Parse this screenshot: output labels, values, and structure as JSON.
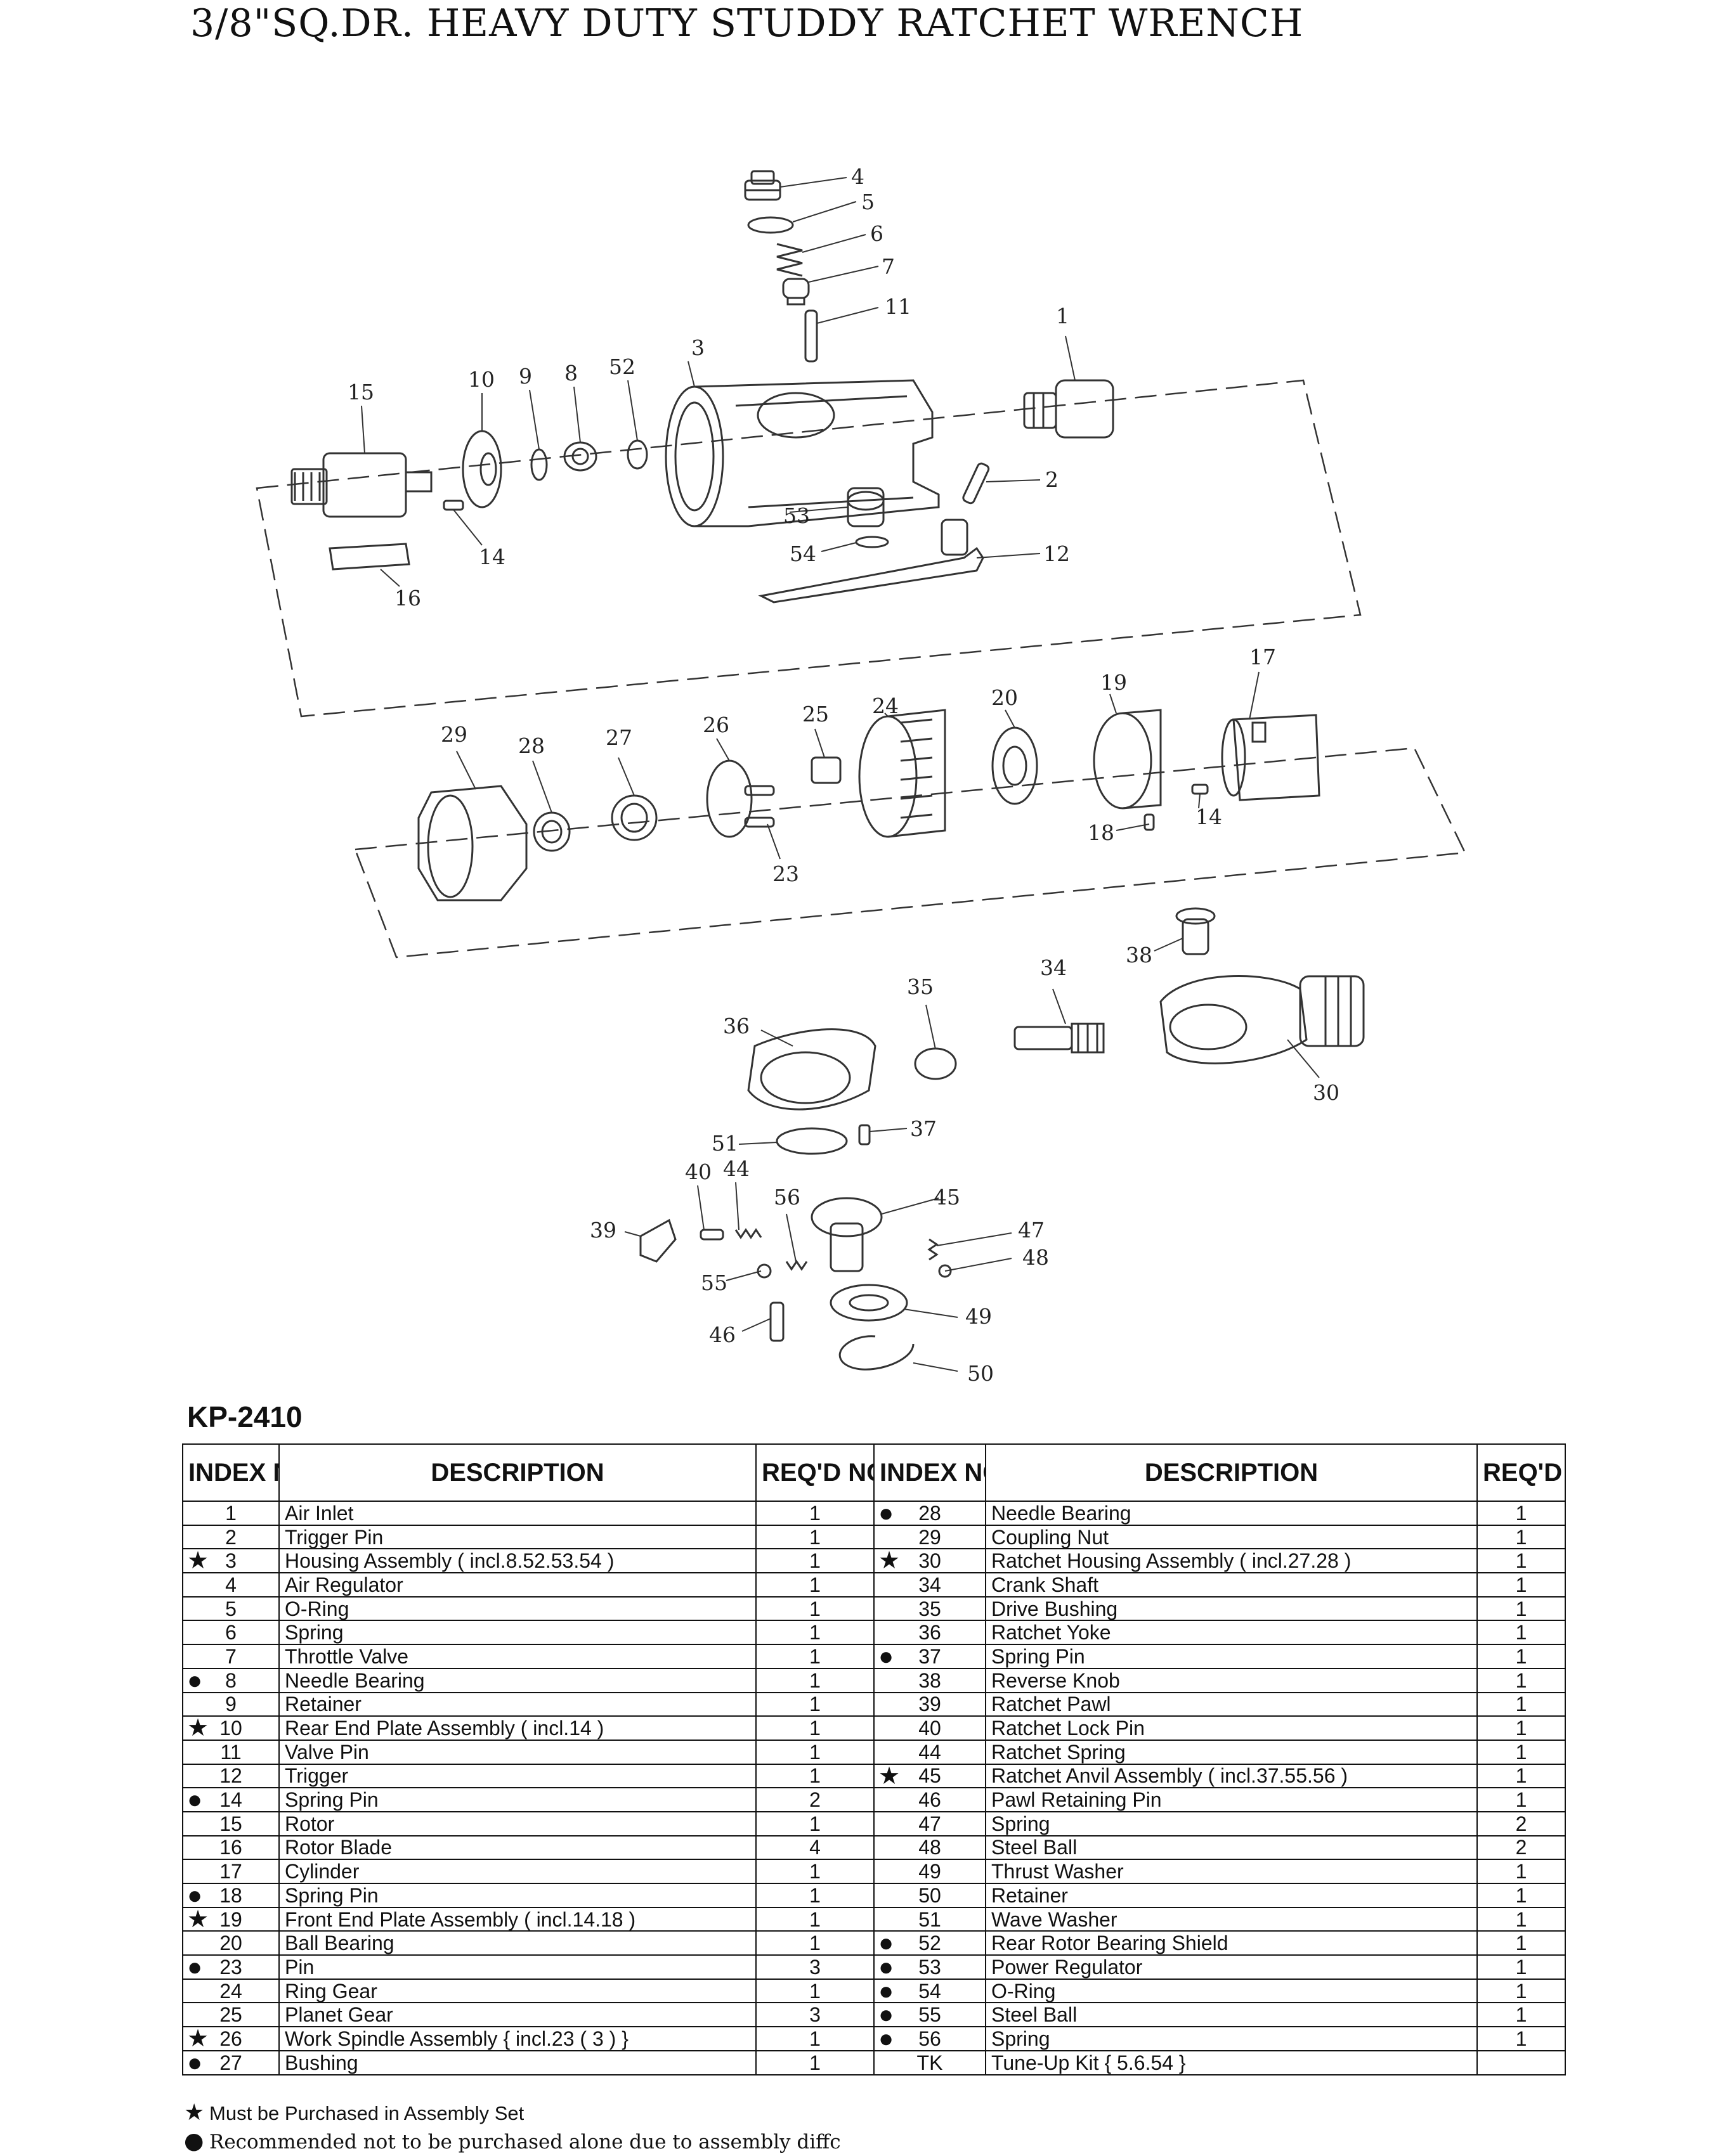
{
  "title": "3/8\"SQ.DR. HEAVY DUTY STUDDY RATCHET WRENCH",
  "model": "KP-2410",
  "diagram_labels": [
    "1",
    "2",
    "3",
    "4",
    "5",
    "6",
    "7",
    "8",
    "9",
    "10",
    "11",
    "12",
    "14",
    "15",
    "16",
    "17",
    "18",
    "19",
    "20",
    "23",
    "24",
    "25",
    "26",
    "27",
    "28",
    "29",
    "30",
    "34",
    "35",
    "36",
    "37",
    "38",
    "39",
    "40",
    "44",
    "45",
    "46",
    "47",
    "48",
    "49",
    "50",
    "51",
    "52",
    "53",
    "54",
    "55",
    "56"
  ],
  "table": {
    "headers": {
      "index": "INDEX NO.",
      "description": "DESCRIPTION",
      "reqd": "REQ'D NO."
    },
    "rows": [
      {
        "l_mark": "",
        "l_idx": "1",
        "l_desc": "Air Inlet",
        "l_qty": "1",
        "r_mark": "dot",
        "r_idx": "28",
        "r_desc": "Needle Bearing",
        "r_qty": "1"
      },
      {
        "l_mark": "",
        "l_idx": "2",
        "l_desc": "Trigger Pin",
        "l_qty": "1",
        "r_mark": "",
        "r_idx": "29",
        "r_desc": "Coupling Nut",
        "r_qty": "1"
      },
      {
        "l_mark": "star",
        "l_idx": "3",
        "l_desc": "Housing Assembly ( incl.8.52.53.54 )",
        "l_qty": "1",
        "r_mark": "star",
        "r_idx": "30",
        "r_desc": "Ratchet Housing  Assembly ( incl.27.28 )",
        "r_qty": "1"
      },
      {
        "l_mark": "",
        "l_idx": "4",
        "l_desc": "Air Regulator",
        "l_qty": "1",
        "r_mark": "",
        "r_idx": "34",
        "r_desc": "Crank Shaft",
        "r_qty": "1"
      },
      {
        "l_mark": "",
        "l_idx": "5",
        "l_desc": "O-Ring",
        "l_qty": "1",
        "r_mark": "",
        "r_idx": "35",
        "r_desc": "Drive Bushing",
        "r_qty": "1"
      },
      {
        "l_mark": "",
        "l_idx": "6",
        "l_desc": "Spring",
        "l_qty": "1",
        "r_mark": "",
        "r_idx": "36",
        "r_desc": "Ratchet Yoke",
        "r_qty": "1"
      },
      {
        "l_mark": "",
        "l_idx": "7",
        "l_desc": "Throttle Valve",
        "l_qty": "1",
        "r_mark": "dot",
        "r_idx": "37",
        "r_desc": "Spring Pin",
        "r_qty": "1"
      },
      {
        "l_mark": "dot",
        "l_idx": "8",
        "l_desc": "Needle Bearing",
        "l_qty": "1",
        "r_mark": "",
        "r_idx": "38",
        "r_desc": "Reverse Knob",
        "r_qty": "1"
      },
      {
        "l_mark": "",
        "l_idx": "9",
        "l_desc": "Retainer",
        "l_qty": "1",
        "r_mark": "",
        "r_idx": "39",
        "r_desc": "Ratchet Pawl",
        "r_qty": "1"
      },
      {
        "l_mark": "star",
        "l_idx": "10",
        "l_desc": "Rear End Plate Assembly ( incl.14 )",
        "l_qty": "1",
        "r_mark": "",
        "r_idx": "40",
        "r_desc": "Ratchet Lock Pin",
        "r_qty": "1"
      },
      {
        "l_mark": "",
        "l_idx": "11",
        "l_desc": "Valve Pin",
        "l_qty": "1",
        "r_mark": "",
        "r_idx": "44",
        "r_desc": "Ratchet Spring",
        "r_qty": "1"
      },
      {
        "l_mark": "",
        "l_idx": "12",
        "l_desc": "Trigger",
        "l_qty": "1",
        "r_mark": "star",
        "r_idx": "45",
        "r_desc": "Ratchet Anvil Assembly ( incl.37.55.56 )",
        "r_qty": "1"
      },
      {
        "l_mark": "dot",
        "l_idx": "14",
        "l_desc": "Spring Pin",
        "l_qty": "2",
        "r_mark": "",
        "r_idx": "46",
        "r_desc": "Pawl Retaining Pin",
        "r_qty": "1"
      },
      {
        "l_mark": "",
        "l_idx": "15",
        "l_desc": "Rotor",
        "l_qty": "1",
        "r_mark": "",
        "r_idx": "47",
        "r_desc": "Spring",
        "r_qty": "2"
      },
      {
        "l_mark": "",
        "l_idx": "16",
        "l_desc": "Rotor Blade",
        "l_qty": "4",
        "r_mark": "",
        "r_idx": "48",
        "r_desc": "Steel Ball",
        "r_qty": "2"
      },
      {
        "l_mark": "",
        "l_idx": "17",
        "l_desc": "Cylinder",
        "l_qty": "1",
        "r_mark": "",
        "r_idx": "49",
        "r_desc": "Thrust Washer",
        "r_qty": "1"
      },
      {
        "l_mark": "dot",
        "l_idx": "18",
        "l_desc": "Spring Pin",
        "l_qty": "1",
        "r_mark": "",
        "r_idx": "50",
        "r_desc": "Retainer",
        "r_qty": "1"
      },
      {
        "l_mark": "star",
        "l_idx": "19",
        "l_desc": "Front End Plate Assembly ( incl.14.18 )",
        "l_qty": "1",
        "r_mark": "",
        "r_idx": "51",
        "r_desc": "Wave Washer",
        "r_qty": "1"
      },
      {
        "l_mark": "",
        "l_idx": "20",
        "l_desc": "Ball Bearing",
        "l_qty": "1",
        "r_mark": "dot",
        "r_idx": "52",
        "r_desc": "Rear Rotor Bearing Shield",
        "r_qty": "1"
      },
      {
        "l_mark": "dot",
        "l_idx": "23",
        "l_desc": "Pin",
        "l_qty": "3",
        "r_mark": "dot",
        "r_idx": "53",
        "r_desc": "Power Regulator",
        "r_qty": "1"
      },
      {
        "l_mark": "",
        "l_idx": "24",
        "l_desc": "Ring Gear",
        "l_qty": "1",
        "r_mark": "dot",
        "r_idx": "54",
        "r_desc": "O-Ring",
        "r_qty": "1"
      },
      {
        "l_mark": "",
        "l_idx": "25",
        "l_desc": "Planet Gear",
        "l_qty": "3",
        "r_mark": "dot",
        "r_idx": "55",
        "r_desc": "Steel Ball",
        "r_qty": "1"
      },
      {
        "l_mark": "star",
        "l_idx": "26",
        "l_desc": "Work Spindle Assembly { incl.23 ( 3 ) }",
        "l_qty": "1",
        "r_mark": "dot",
        "r_idx": "56",
        "r_desc": "Spring",
        "r_qty": "1"
      },
      {
        "l_mark": "dot",
        "l_idx": "27",
        "l_desc": "Bushing",
        "l_qty": "1",
        "r_mark": "",
        "r_idx": "TK",
        "r_desc": "Tune-Up Kit { 5.6.54 }",
        "r_qty": ""
      }
    ]
  },
  "notes": {
    "star_note": "Must be Purchased in Assembly Set",
    "dot_note": "Recommended not to be purchased alone due to assembly diffc"
  },
  "icons": {
    "star": "★",
    "dot": "●"
  }
}
